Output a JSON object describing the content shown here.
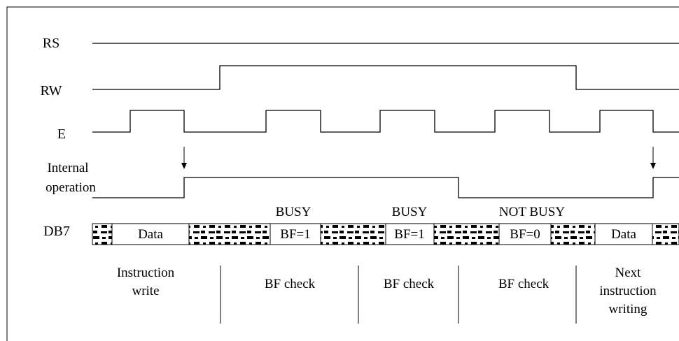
{
  "signals": {
    "rs": "RS",
    "rw": "RW",
    "e": "E",
    "internal_line1": "Internal",
    "internal_line2": "operation",
    "db7": "DB7"
  },
  "bus_segments": {
    "data_first": "Data",
    "bf1_a": "BF=1",
    "bf1_b": "BF=1",
    "bf0": "BF=0",
    "data_last": "Data"
  },
  "status": {
    "busy_a": "BUSY",
    "busy_b": "BUSY",
    "not_busy": "NOT BUSY"
  },
  "phases": {
    "instruction_write": [
      "Instruction",
      "write"
    ],
    "bf_check_a": "BF check",
    "bf_check_b": "BF check",
    "bf_check_c": "BF check",
    "next_instruction": [
      "Next",
      "instruction",
      "writing"
    ]
  },
  "colors": {
    "line": "#000000",
    "background": "#ffffff",
    "fill": "#ffffff"
  }
}
